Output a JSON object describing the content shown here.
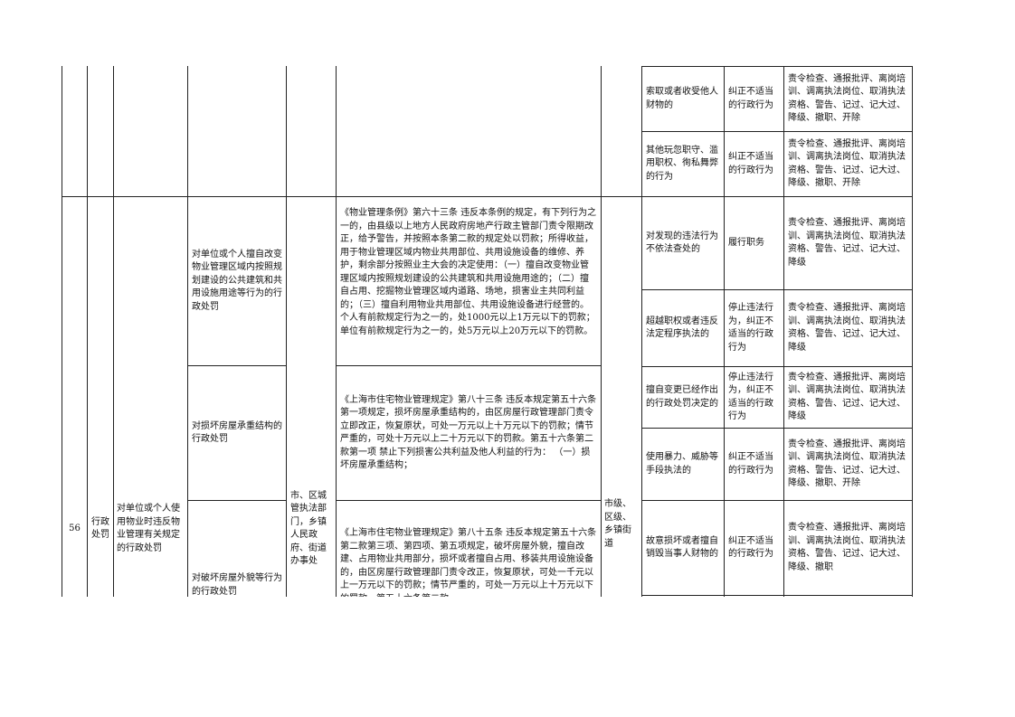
{
  "row_top": {
    "resp_items": [
      {
        "situation": "索取或者收受他人财物的",
        "handling": "纠正不适当的行政行为",
        "accountability": "责令检查、通报批评、离岗培训、调离执法岗位、取消执法资格、警告、记过、记大过、降级、撤职、开除"
      },
      {
        "situation": "其他玩忽职守、滥用职权、徇私舞弊的行为",
        "handling": "纠正不适当的行政行为",
        "accountability": "责令检查、通报批评、离岗培训、调离执法岗位、取消执法资格、警告、记过、记大过、降级、撤职、开除"
      }
    ]
  },
  "row_56": {
    "seq": "56",
    "category": "行政处罚",
    "item_name": "对单位或个人使用物业时违反物业管理有关规定的行政处罚",
    "implementer": "市、区城管执法部门，乡镇人民政府、街道办事处",
    "resp_subject": "市级、区级、乡镇街道",
    "sub_items": [
      {
        "name": "对单位或个人擅自改变物业管理区域内按照规划建设的公共建筑和共用设施用途等行为的行政处罚",
        "basis": "《物业管理条例》第六十三条 违反本条例的规定，有下列行为之一的，由县级以上地方人民政府房地产行政主管部门责令限期改正，给予警告，并按照本条第二款的规定处以罚款；所得收益，用于物业管理区域内物业共用部位、共用设施设备的维修、养护，剩余部分按照业主大会的决定使用：（一）擅自改变物业管理区域内按照规划建设的公共建筑和共用设施用途的；（二）擅自占用、挖掘物业管理区域内道路、场地，损害业主共同利益的；（三）擅自利用物业共用部位、共用设施设备进行经营的。个人有前款规定行为之一的，处1000元以上1万元以下的罚款；单位有前款规定行为之一的，处5万元以上20万元以下的罚款。"
      },
      {
        "name": "对损坏房屋承重结构的行政处罚",
        "basis": "《上海市住宅物业管理规定》第八十三条 违反本规定第五十六条第一项规定，损坏房屋承重结构的，由区房屋行政管理部门责令立即改正，恢复原状，可处一万元以上十万元以下的罚款；情节严重的，可处十万元以上二十万元以下的罚款。第五十六条第二款第一项 禁止下列损害公共利益及他人利益的行为：  （一）损坏房屋承重结构；"
      },
      {
        "name": "对破坏房屋外貌等行为的行政处罚",
        "basis": "《上海市住宅物业管理规定》第八十五条 违反本规定第五十六条第二款第三项、第四项、第五项规定，破坏房屋外貌，擅自改建、占用物业共用部分，损坏或者擅自占用、移装共用设施设备的，由区房屋行政管理部门责令改正，恢复原状，可处一千元以上一万元以下的罚款；情节严重的，可处一万元以上十万元以下的罚款。第五十六条第二款"
      }
    ],
    "resp_items": [
      {
        "situation": "对发现的违法行为不依法查处的",
        "handling": "履行职务",
        "accountability": "责令检查、通报批评、离岗培训、调离执法岗位、取消执法资格、警告、记过、记大过、降级"
      },
      {
        "situation": "超越职权或者违反法定程序执法的",
        "handling": "停止违法行为，纠正不适当的行政行为",
        "accountability": "责令检查、通报批评、离岗培训、调离执法岗位、取消执法资格、警告、记过、记大过、降级"
      },
      {
        "situation": "擅自变更已经作出的行政处罚决定的",
        "handling": "停止违法行为，纠正不适当的行政行为",
        "accountability": "责令检查、通报批评、离岗培训、调离执法岗位、取消执法资格、警告、记过、记大过、降级"
      },
      {
        "situation": "使用暴力、威胁等手段执法的",
        "handling": "纠正不适当的行政行为",
        "accountability": "责令检查、通报批评、离岗培训、调离执法岗位、取消执法资格、警告、记过、记大过、降级、撤职、开除"
      },
      {
        "situation": "故意损坏或者擅自销毁当事人财物的",
        "handling": "纠正不适当的行政行为",
        "accountability": "责令检查、通报批评、离岗培训、调离执法岗位、取消执法资格、警告、记过、记大过、降级、撤职"
      }
    ]
  }
}
